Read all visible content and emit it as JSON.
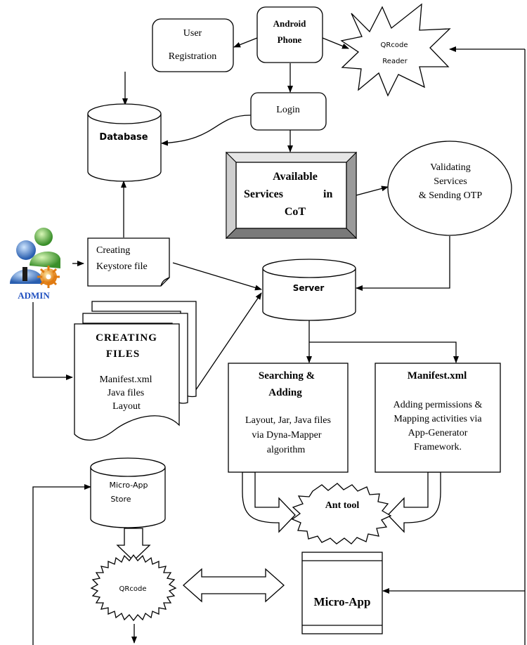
{
  "nodes": {
    "android_phone": {
      "line1": "Android",
      "line2": "Phone"
    },
    "user_registration": {
      "line1": "User",
      "line2": "Registration"
    },
    "qrcode_reader": {
      "line1": "QRcode",
      "line2": "Reader"
    },
    "login": "Login",
    "database": "Database",
    "available_services": {
      "line1": "Available",
      "line2a": "Services",
      "line2b": "in",
      "line3": "CoT"
    },
    "validating": {
      "line1": "Validating",
      "line2": "Services",
      "line3": "& Sending OTP"
    },
    "admin": "ADMIN",
    "creating_keystore": {
      "line1": "Creating",
      "line2": "Keystore file"
    },
    "server": "Server",
    "creating_files": {
      "title1": "CREATING",
      "title2": "FILES",
      "item1": "Manifest.xml",
      "item2": "Java files",
      "item3": "Layout"
    },
    "searching_adding": {
      "title1": "Searching &",
      "title2": "Adding",
      "line1": "Layout, Jar, Java files",
      "line2": "via Dyna-Mapper",
      "line3": "algorithm"
    },
    "manifest": {
      "title": "Manifest.xml",
      "line1": "Adding permissions  &",
      "line2": "Mapping activities via",
      "line3": "App-Generator",
      "line4": "Framework."
    },
    "micro_app_store": {
      "line1": "Micro-App",
      "line2": "Store"
    },
    "ant_tool": "Ant tool",
    "qrcode": "QRcode",
    "micro_app": "Micro-App"
  },
  "colors": {
    "line": "#000000",
    "admin_text": "#1f4fbf",
    "bevel_light": "#e6e6e6",
    "bevel_dark": "#7a7a7a"
  }
}
